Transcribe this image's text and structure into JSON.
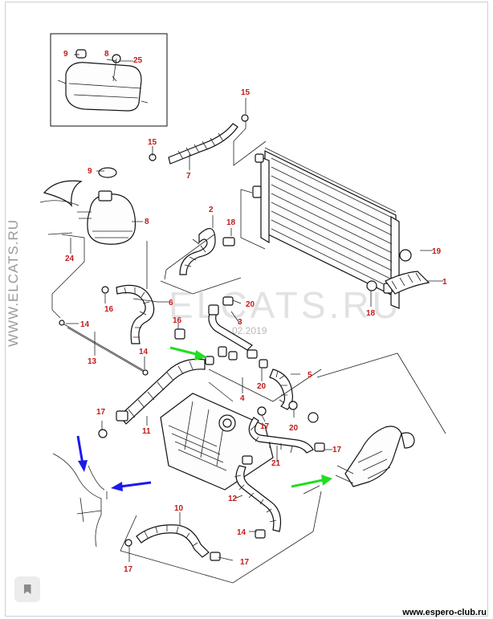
{
  "diagram": {
    "watermark_center": "ELCATS.RU",
    "watermark_side": "WWW.ELCATS.RU",
    "watermark_date": "02.2019",
    "site_label": "www.espero-club.ru",
    "part_labels": {
      "p9_box": "9",
      "p8_box": "8",
      "p25": "25",
      "p15_top": "15",
      "p15_mid": "15",
      "p7": "7",
      "p9": "9",
      "p8": "8",
      "p24": "24",
      "p2": "2",
      "p18_top": "18",
      "p19": "19",
      "p1": "1",
      "p18_bot": "18",
      "p16_a": "16",
      "p6": "6",
      "p16_b": "16",
      "p14_a": "14",
      "p13": "13",
      "p14_b": "14",
      "p20_a": "20",
      "p3": "3",
      "p4": "4",
      "p20_b": "20",
      "p5": "5",
      "p20_c": "20",
      "p17_a": "17",
      "p11": "11",
      "p17_b": "17",
      "p21": "21",
      "p17_c": "17",
      "p12": "12",
      "p14_c": "14",
      "p10": "10",
      "p17_d": "17",
      "p17_e": "17"
    },
    "colors": {
      "label_red": "#c21a1a",
      "arrow_green": "#22dd22",
      "arrow_blue": "#1a1aee"
    }
  }
}
